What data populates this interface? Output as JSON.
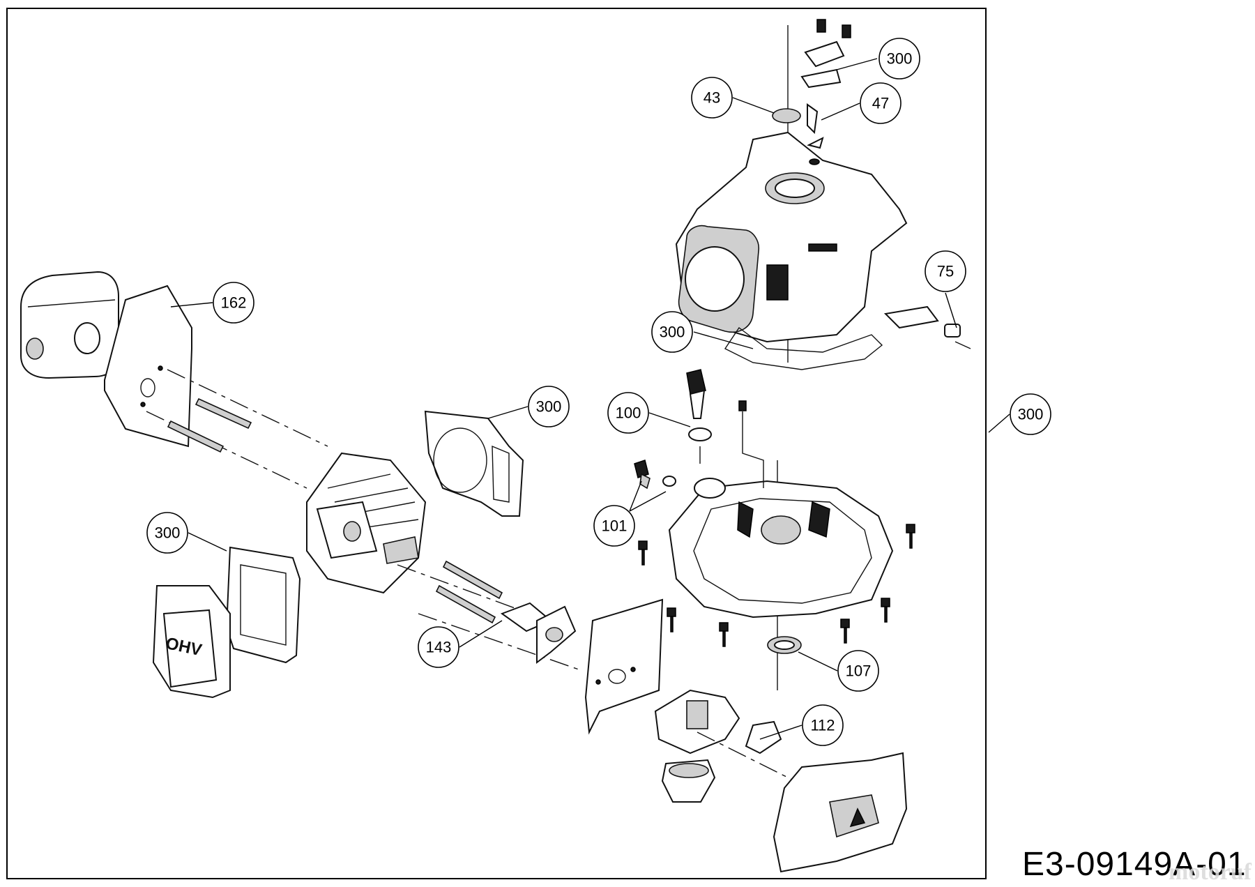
{
  "diagram": {
    "code": "E3-09149A-01",
    "watermark": "motoruf",
    "engine_marking": "OHV",
    "callouts": [
      {
        "id": "c300-top",
        "label": "300"
      },
      {
        "id": "c43",
        "label": "43"
      },
      {
        "id": "c47",
        "label": "47"
      },
      {
        "id": "c162",
        "label": "162"
      },
      {
        "id": "c75",
        "label": "75"
      },
      {
        "id": "c300-crankcase",
        "label": "300"
      },
      {
        "id": "c300-gasket",
        "label": "300"
      },
      {
        "id": "c100",
        "label": "100"
      },
      {
        "id": "c300-frame",
        "label": "300"
      },
      {
        "id": "c101",
        "label": "101"
      },
      {
        "id": "c300-cover",
        "label": "300"
      },
      {
        "id": "c143",
        "label": "143"
      },
      {
        "id": "c107",
        "label": "107"
      },
      {
        "id": "c112",
        "label": "112"
      }
    ]
  }
}
